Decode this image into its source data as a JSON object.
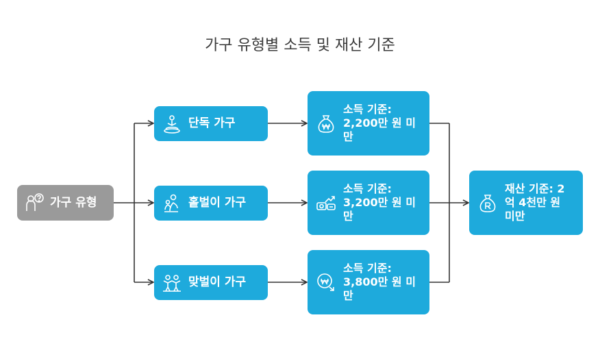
{
  "title": "가구 유형별 소득 및 재산 기준",
  "root": {
    "label": "가구 유형",
    "icon": "person-question-icon"
  },
  "household_types": [
    {
      "label": "단독 가구",
      "icon": "meditating-person-icon"
    },
    {
      "label": "홑벌이 가구",
      "icon": "person-with-child-icon"
    },
    {
      "label": "맞벌이 가구",
      "icon": "two-people-icon"
    }
  ],
  "income_criteria": [
    {
      "line1": "소득 기준:",
      "line2": "2,200만 원 미",
      "line3": "만",
      "icon": "won-money-bag-icon"
    },
    {
      "line1": "소득 기준:",
      "line2": "3,200만 원 미",
      "line3": "만",
      "icon": "money-growth-icon"
    },
    {
      "line1": "소득 기준:",
      "line2": "3,800만 원 미",
      "line3": "만",
      "icon": "won-coin-arrow-icon"
    }
  ],
  "asset_criterion": {
    "line1": "재산 기준: 2",
    "line2": "억 4천만 원",
    "line3": "미만",
    "icon": "money-bag-r-icon"
  },
  "colors": {
    "blue": "#1eaadc",
    "gray": "#9a9a9a",
    "line": "#333333"
  }
}
